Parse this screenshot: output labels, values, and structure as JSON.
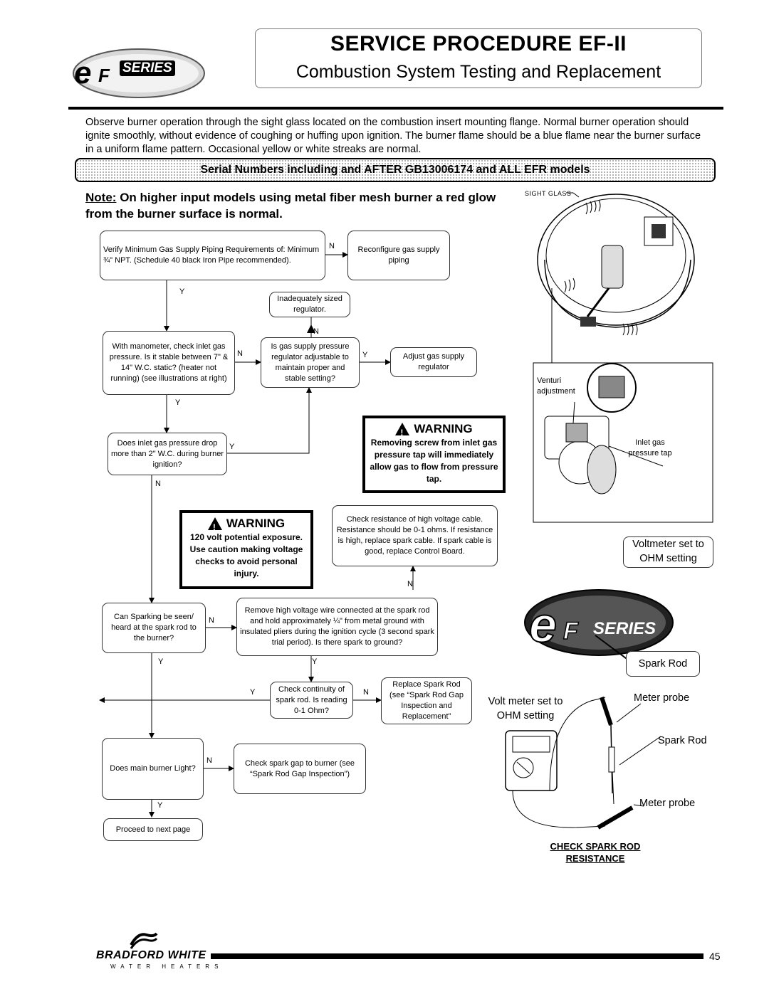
{
  "header": {
    "logo_text": "SERIES",
    "title": "SERVICE PROCEDURE EF-II",
    "subtitle": "Combustion System Testing and Replacement"
  },
  "intro": "Observe burner operation through the sight glass located on the combustion insert mounting flange. Normal burner operation should ignite smoothly, without evidence of coughing or huffing upon ignition. The burner flame should be a blue flame near the burner surface in a uniform flame pattern. Occasional yellow or white streaks are normal.",
  "banner": "Serial Numbers including and AFTER GB13006174 and ALL EFR models",
  "note": {
    "label": "Note:",
    "text": "On higher input models using metal fiber mesh burner a red glow from the burner surface is normal."
  },
  "flow": {
    "verify_piping": "Verify Minimum Gas Supply Piping Requirements of: Minimum ¾\" NPT. (Schedule 40 black Iron Pipe recommended).",
    "reconfigure": "Reconfigure gas supply piping",
    "inadequate_regulator": "Inadequately sized regulator.",
    "check_inlet": "With manometer, check inlet gas pressure. Is it stable between 7\" & 14\" W.C. static? (heater not running) (see illustrations at right)",
    "regulator_adjustable": "Is gas supply pressure regulator adjustable to maintain proper and stable setting?",
    "adjust_regulator": "Adjust gas supply regulator",
    "pressure_drop": "Does inlet gas pressure drop more than 2\" W.C. during burner ignition?",
    "check_cable": "Check resistance of high voltage cable. Resistance should be 0-1 ohms. If resistance is high, replace spark cable. If spark cable is good, replace Control Board.",
    "sparking_seen": "Can Sparking be seen/ heard at the spark rod to the burner?",
    "remove_wire": "Remove high voltage wire connected at the spark rod and hold approximately ¼\" from metal ground with insulated pliers during the ignition cycle (3 second spark trial period). Is there spark to ground?",
    "check_continuity": "Check continuity of spark rod. Is reading 0-1 Ohm?",
    "replace_rod": "Replace Spark Rod (see “Spark Rod Gap Inspection and Replacement”",
    "burner_light": "Does main burner Light?",
    "check_gap": "Check spark gap to burner (see “Spark Rod Gap Inspection”)",
    "next_page": "Proceed to next page",
    "yes": "Y",
    "no": "N"
  },
  "warning1": {
    "heading": "WARNING",
    "text": "Removing screw from inlet gas pressure tap will immediately allow gas to flow from pressure tap."
  },
  "warning2": {
    "heading": "WARNING",
    "text": "120 volt potential exposure. Use caution making voltage checks to avoid personal injury."
  },
  "illustration": {
    "sight_glass": "SIGHT GLASS",
    "venturi": "Venturi adjustment",
    "inlet_tap": "Inlet gas pressure tap",
    "voltmeter_ohm": "Voltmeter set to OHM setting",
    "logo_text": "SERIES",
    "spark_rod_1": "Spark Rod",
    "volt_meter": "Volt meter set to OHM setting",
    "meter_probe_1": "Meter probe",
    "spark_rod_2": "Spark Rod",
    "meter_probe_2": "Meter probe",
    "check_title": "CHECK SPARK ROD RESISTANCE"
  },
  "footer": {
    "brand": "BRADFORD WHITE",
    "brand_sub": "WATER HEATERS",
    "page": "45"
  }
}
